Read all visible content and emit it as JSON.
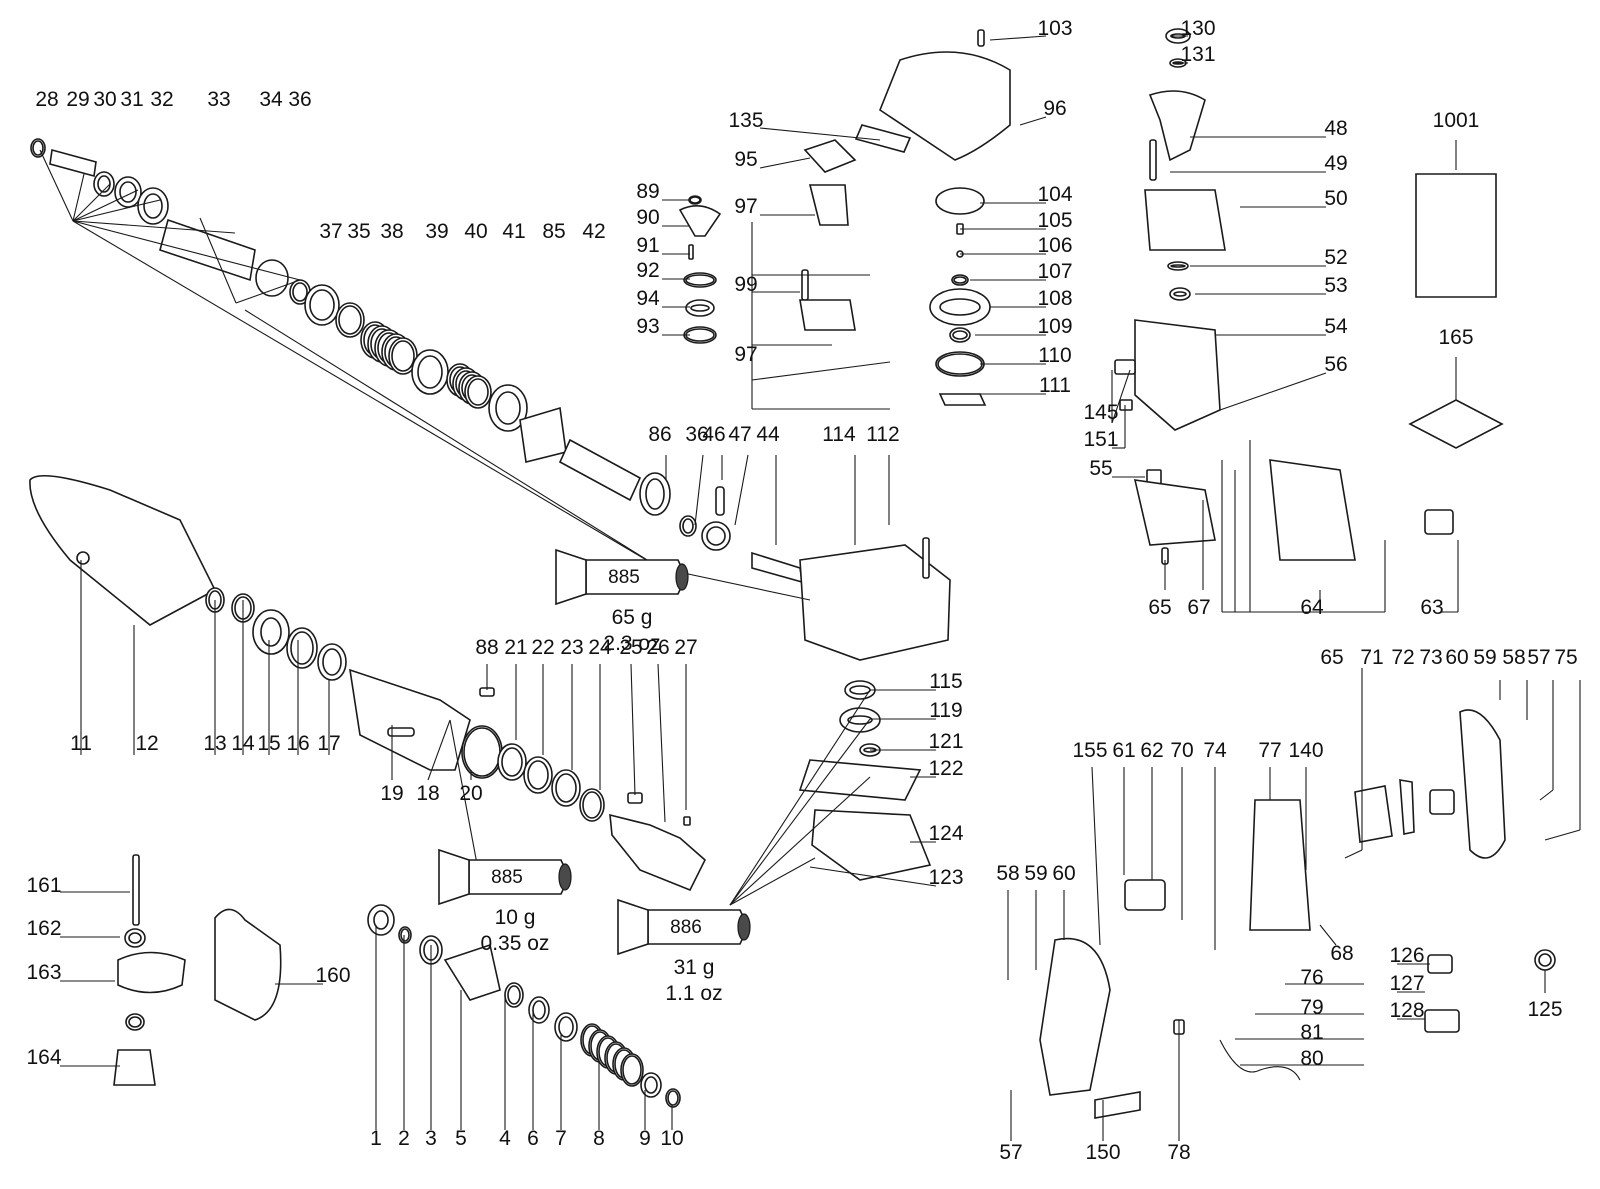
{
  "diagram": {
    "type": "exploded-parts-view",
    "labels": [
      "1",
      "2",
      "3",
      "4",
      "5",
      "6",
      "7",
      "8",
      "9",
      "10",
      "11",
      "12",
      "13",
      "14",
      "15",
      "16",
      "17",
      "18",
      "19",
      "20",
      "21",
      "22",
      "23",
      "24",
      "25",
      "26",
      "27",
      "28",
      "29",
      "30",
      "31",
      "32",
      "33",
      "34",
      "35",
      "36",
      "37",
      "38",
      "39",
      "40",
      "41",
      "42",
      "44",
      "46",
      "47",
      "48",
      "49",
      "50",
      "52",
      "53",
      "54",
      "55",
      "56",
      "57",
      "58",
      "59",
      "60",
      "61",
      "62",
      "63",
      "64",
      "65",
      "67",
      "68",
      "70",
      "71",
      "72",
      "73",
      "74",
      "75",
      "76",
      "77",
      "78",
      "79",
      "80",
      "81",
      "85",
      "86",
      "88",
      "89",
      "90",
      "91",
      "92",
      "93",
      "94",
      "95",
      "96",
      "97",
      "99",
      "103",
      "104",
      "105",
      "106",
      "107",
      "108",
      "109",
      "110",
      "111",
      "112",
      "114",
      "115",
      "119",
      "121",
      "122",
      "123",
      "124",
      "125",
      "126",
      "127",
      "128",
      "130",
      "131",
      "135",
      "140",
      "145",
      "150",
      "151",
      "155",
      "160",
      "161",
      "162",
      "163",
      "164",
      "165",
      "1001"
    ],
    "grease": [
      {
        "code": "885",
        "amount": "65 g",
        "imperial": "2.3 oz"
      },
      {
        "code": "885",
        "amount": "10 g",
        "imperial": "0.35 oz"
      },
      {
        "code": "886",
        "amount": "31 g",
        "imperial": "1.1 oz"
      }
    ]
  }
}
